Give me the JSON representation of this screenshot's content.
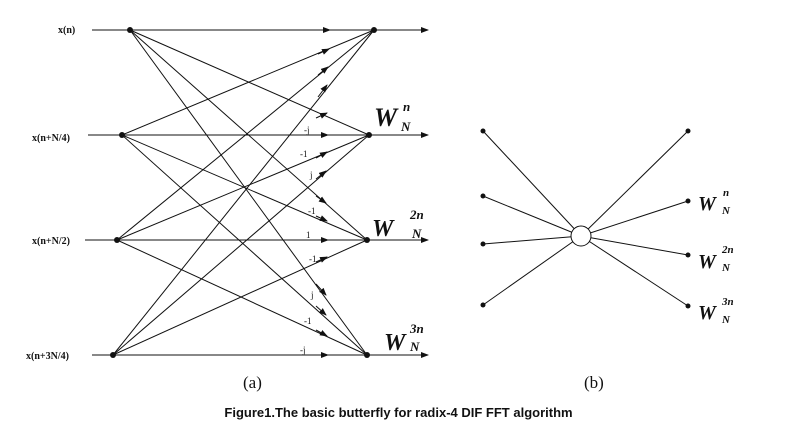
{
  "panel_a": {
    "inputs": [
      "x(n)",
      "x(n+N/4)",
      "x(n+N/2)",
      "x(n+3N/4)"
    ],
    "coefficients": [
      "-j",
      "-1",
      "j",
      "-1",
      "1",
      "-1",
      "j",
      "-1",
      "-j"
    ],
    "twiddles": [
      {
        "base": "W",
        "sub": "N",
        "sup": "n"
      },
      {
        "base": "W",
        "sub": "N",
        "sup": "2n"
      },
      {
        "base": "W",
        "sub": "N",
        "sup": "3n"
      }
    ],
    "label": "(a)"
  },
  "panel_b": {
    "twiddles": [
      {
        "base": "W",
        "sub": "N",
        "sup": "n"
      },
      {
        "base": "W",
        "sub": "N",
        "sup": "2n"
      },
      {
        "base": "W",
        "sub": "N",
        "sup": "3n"
      }
    ],
    "label": "(b)"
  },
  "caption": "Figure1.The basic butterfly for radix-4 DIF FFT algorithm"
}
